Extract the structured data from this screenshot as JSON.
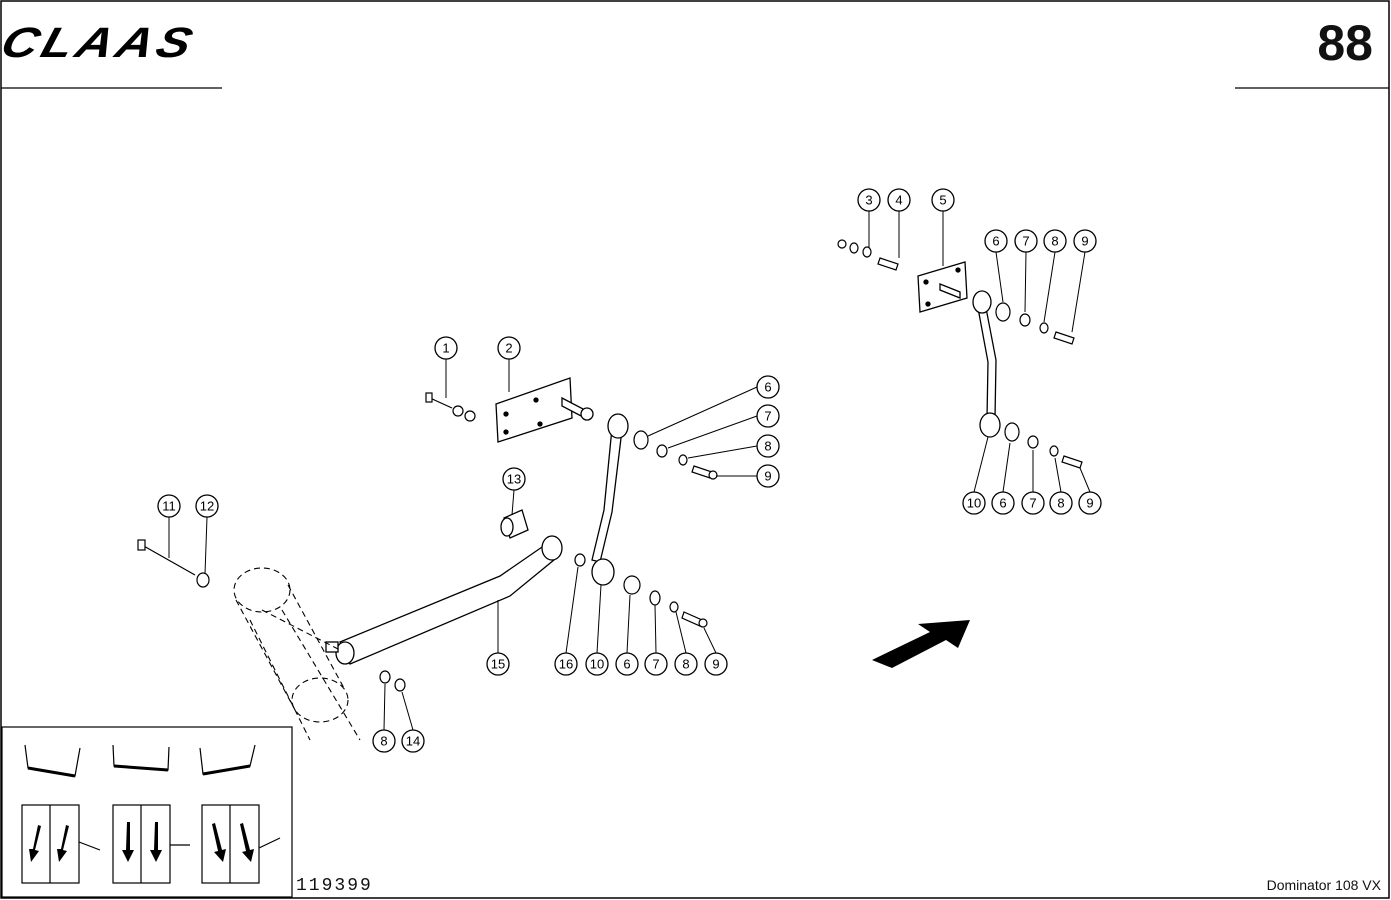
{
  "header": {
    "brand": "CLAAS",
    "page_number": "88"
  },
  "footer": {
    "drawing_id": "119399",
    "model": "Dominator 108 VX"
  },
  "callouts": {
    "c1": "1",
    "c2": "2",
    "c3": "3",
    "c4": "4",
    "c5": "5",
    "c6a": "6",
    "c7a": "7",
    "c8a": "8",
    "c9a": "9",
    "c6b": "6",
    "c7b": "7",
    "c8b": "8",
    "c9b": "9",
    "c10c": "10",
    "c6c": "6",
    "c7c": "7",
    "c8c": "8",
    "c9c": "9",
    "c11": "11",
    "c12": "12",
    "c13": "13",
    "c15": "15",
    "c16": "16",
    "c10d": "10",
    "c6d": "6",
    "c7d": "7",
    "c8d": "8",
    "c9d": "9",
    "c8e": "8",
    "c14": "14"
  }
}
